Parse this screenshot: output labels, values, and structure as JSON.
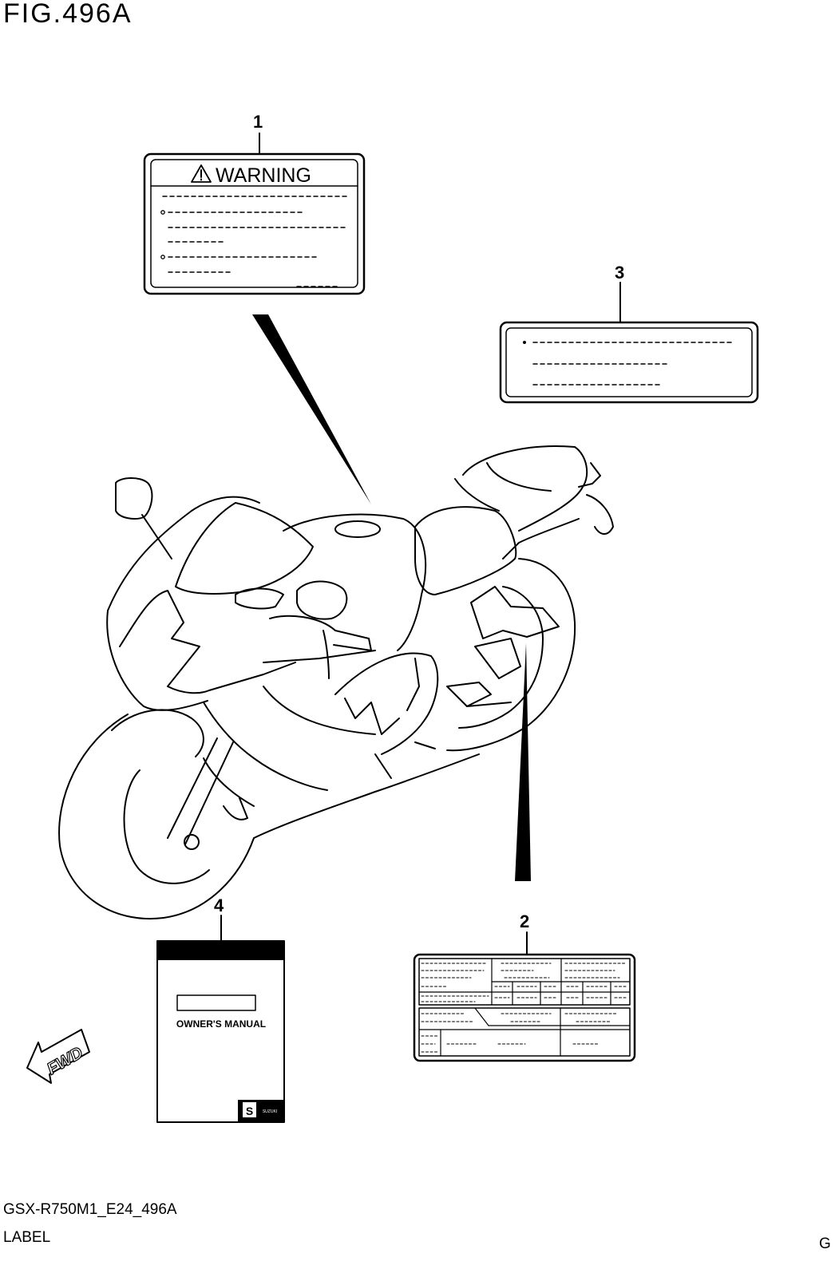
{
  "figure_title": "FIG.496A",
  "model_code": "GSX-R750M1_E24_496A",
  "section_label": "LABEL",
  "corner_letter": "G",
  "callouts": {
    "one": "1",
    "two": "2",
    "three": "3",
    "four": "4"
  },
  "warning_label": {
    "heading": "WARNING"
  },
  "owners_manual": {
    "title": "OWNER'S MANUAL",
    "brand": "SUZUKI"
  },
  "direction_arrow": "FWD",
  "icons": [
    "warning-triangle-icon",
    "suzuki-logo-icon",
    "fwd-arrow-icon"
  ],
  "colors": {
    "line": "#000000",
    "background": "#ffffff"
  }
}
